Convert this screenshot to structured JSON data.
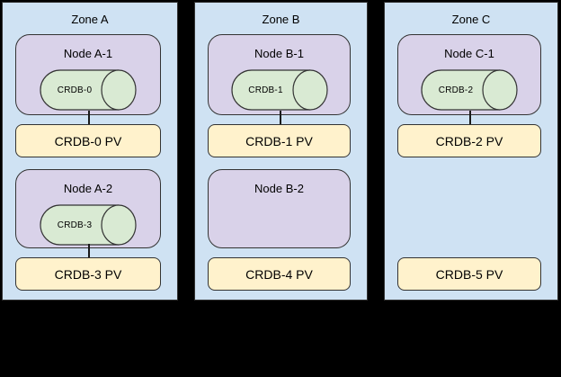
{
  "diagram": {
    "description": "CockroachDB pods, nodes and persistent volumes across availability zones",
    "colors": {
      "canvas_bg": "#000000",
      "zone_fill": "#cfe2f3",
      "node_fill": "#d9d2e9",
      "pod_fill": "#d9ead3",
      "pv_fill": "#fff2cc",
      "border": "#333333",
      "text": "#000000"
    },
    "zones": [
      {
        "label": "Zone A",
        "nodes": [
          {
            "label": "Node A-1",
            "pod": "CRDB-0",
            "pv": "CRDB-0 PV",
            "connected": true
          },
          {
            "label": "Node A-2",
            "pod": "CRDB-3",
            "pv": "CRDB-3 PV",
            "connected": true
          }
        ]
      },
      {
        "label": "Zone B",
        "nodes": [
          {
            "label": "Node B-1",
            "pod": "CRDB-1",
            "pv": "CRDB-1 PV",
            "connected": true
          },
          {
            "label": "Node B-2",
            "pod": null,
            "pv": "CRDB-4 PV",
            "connected": false
          }
        ]
      },
      {
        "label": "Zone C",
        "nodes": [
          {
            "label": "Node C-1",
            "pod": "CRDB-2",
            "pv": "CRDB-2 PV",
            "connected": true
          },
          {
            "label": null,
            "pod": null,
            "pv": "CRDB-5 PV",
            "connected": false
          }
        ]
      }
    ]
  }
}
